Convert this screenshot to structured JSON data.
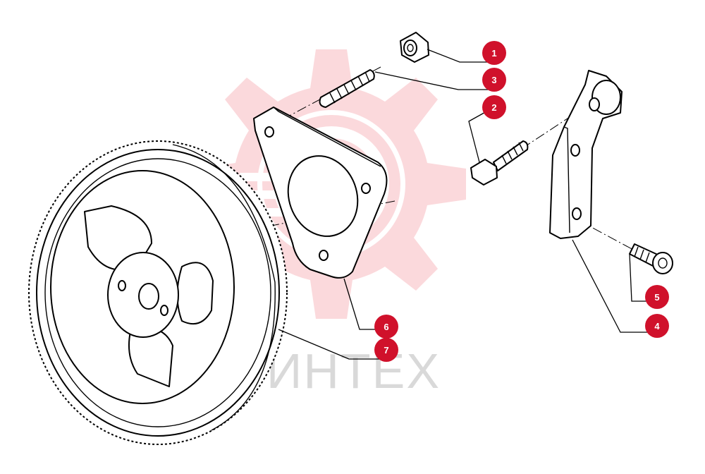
{
  "watermark": {
    "text": "ИНТЕХ",
    "color": "#e8192c"
  },
  "callout_color": "#d0112b",
  "callouts": [
    {
      "id": "1",
      "label": "1",
      "part": "flange-nut"
    },
    {
      "id": "3",
      "label": "3",
      "part": "stud"
    },
    {
      "id": "2",
      "label": "2",
      "part": "flange-bolt"
    },
    {
      "id": "6",
      "label": "6",
      "part": "gasket-plate"
    },
    {
      "id": "7",
      "label": "7",
      "part": "gear"
    },
    {
      "id": "5",
      "label": "5",
      "part": "socket-screw"
    },
    {
      "id": "4",
      "label": "4",
      "part": "bracket"
    }
  ]
}
